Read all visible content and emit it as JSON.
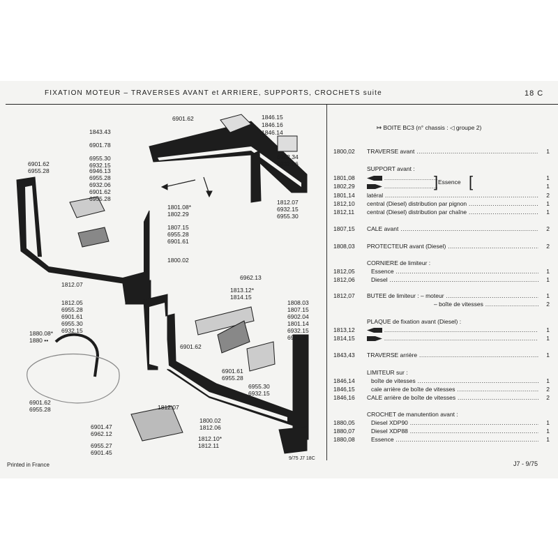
{
  "header": {
    "title": "FIXATION MOTEUR – TRAVERSES AVANT et ARRIERE, SUPPORTS, CROCHETS suite",
    "page_ref": "18 C"
  },
  "footer": {
    "printed": "Printed in France",
    "page": "J7 - 9/75",
    "diagram_ref": "9/75  J7 18C"
  },
  "list_header": "BOITE BC3 (n° chassis : ◁ groupe 2)",
  "essence_label": "Essence",
  "sections": {
    "support": "SUPPORT avant :",
    "corniere": "CORNIERE de limiteur :",
    "plaque": "PLAQUE de fixation avant (Diesel) :",
    "limiteur": "LIMITEUR sur :",
    "crochet": "CROCHET de manutention avant :"
  },
  "parts": [
    {
      "code": "1800,02",
      "desc": "TRAVERSE avant",
      "qty": "1"
    },
    {
      "code": "1801,08",
      "desc": "",
      "qty": "1"
    },
    {
      "code": "1802,29",
      "desc": "",
      "qty": "1"
    },
    {
      "code": "1801,14",
      "desc": "latéral",
      "qty": "2"
    },
    {
      "code": "1812,10",
      "desc": "central (Diesel) distribution par pignon",
      "qty": "1"
    },
    {
      "code": "1812,11",
      "desc": "central (Diesel) distribution par chaîne",
      "qty": "1"
    },
    {
      "code": "1807,15",
      "desc": "CALE avant",
      "qty": "2"
    },
    {
      "code": "1808,03",
      "desc": "PROTECTEUR avant (Diesel)",
      "qty": "2"
    },
    {
      "code": "1812,05",
      "desc": "Essence",
      "qty": "1"
    },
    {
      "code": "1812,06",
      "desc": "Diesel",
      "qty": "1"
    },
    {
      "code": "1812,07",
      "desc": "BUTEE de limiteur : – moteur",
      "qty": "1"
    },
    {
      "code": "",
      "desc": "– boîte de vitesses",
      "qty": "2"
    },
    {
      "code": "1813,12",
      "desc": "",
      "qty": "1"
    },
    {
      "code": "1814,15",
      "desc": "",
      "qty": "1"
    },
    {
      "code": "1843,43",
      "desc": "TRAVERSE arrière",
      "qty": "1"
    },
    {
      "code": "1846,14",
      "desc": "boîte de vitesses",
      "qty": "1"
    },
    {
      "code": "1846,15",
      "desc": "cale arrière de boîte de vitesses",
      "qty": "2"
    },
    {
      "code": "1846,16",
      "desc": "CALE arrière de boîte de vitesses",
      "qty": "2"
    },
    {
      "code": "1880,05",
      "desc": "Diesel XDP90",
      "qty": "1"
    },
    {
      "code": "1880,07",
      "desc": "Diesel XDP88",
      "qty": "1"
    },
    {
      "code": "1880,08",
      "desc": "Essence",
      "qty": "1"
    }
  ],
  "callouts": [
    "6901.62",
    "1846.15",
    "1846.16",
    "1846.14",
    "1843.43",
    "6901.78",
    "6962.34",
    "6932.06",
    "6955.30",
    "6932.15",
    "6901.62",
    "6955.28",
    "6946.13",
    "6955.28",
    "6932.06",
    "6901.62",
    "6955.28",
    "1801.08*",
    "1802.29",
    "1812.07",
    "6932.15",
    "6955.30",
    "1807.15",
    "6955.28",
    "6901.61",
    "1800.02",
    "6962.13",
    "1812.07",
    "1812.05",
    "6955.28",
    "6901.61",
    "6955.30",
    "6932.15",
    "1813.12*",
    "1814.15",
    "1808.03",
    "1807.15",
    "6902.04",
    "1801.14",
    "6932.15",
    "6955.30",
    "6901.62",
    "1880.08*",
    "1880 ••",
    "6901.61",
    "6955.28",
    "6955.30",
    "6932.15",
    "6901.62",
    "6955.28",
    "1812.07",
    "6901.47",
    "6962.12",
    "1800.02",
    "1812.06",
    "6955.27",
    "6901.45",
    "1812.10*",
    "1812.11"
  ]
}
